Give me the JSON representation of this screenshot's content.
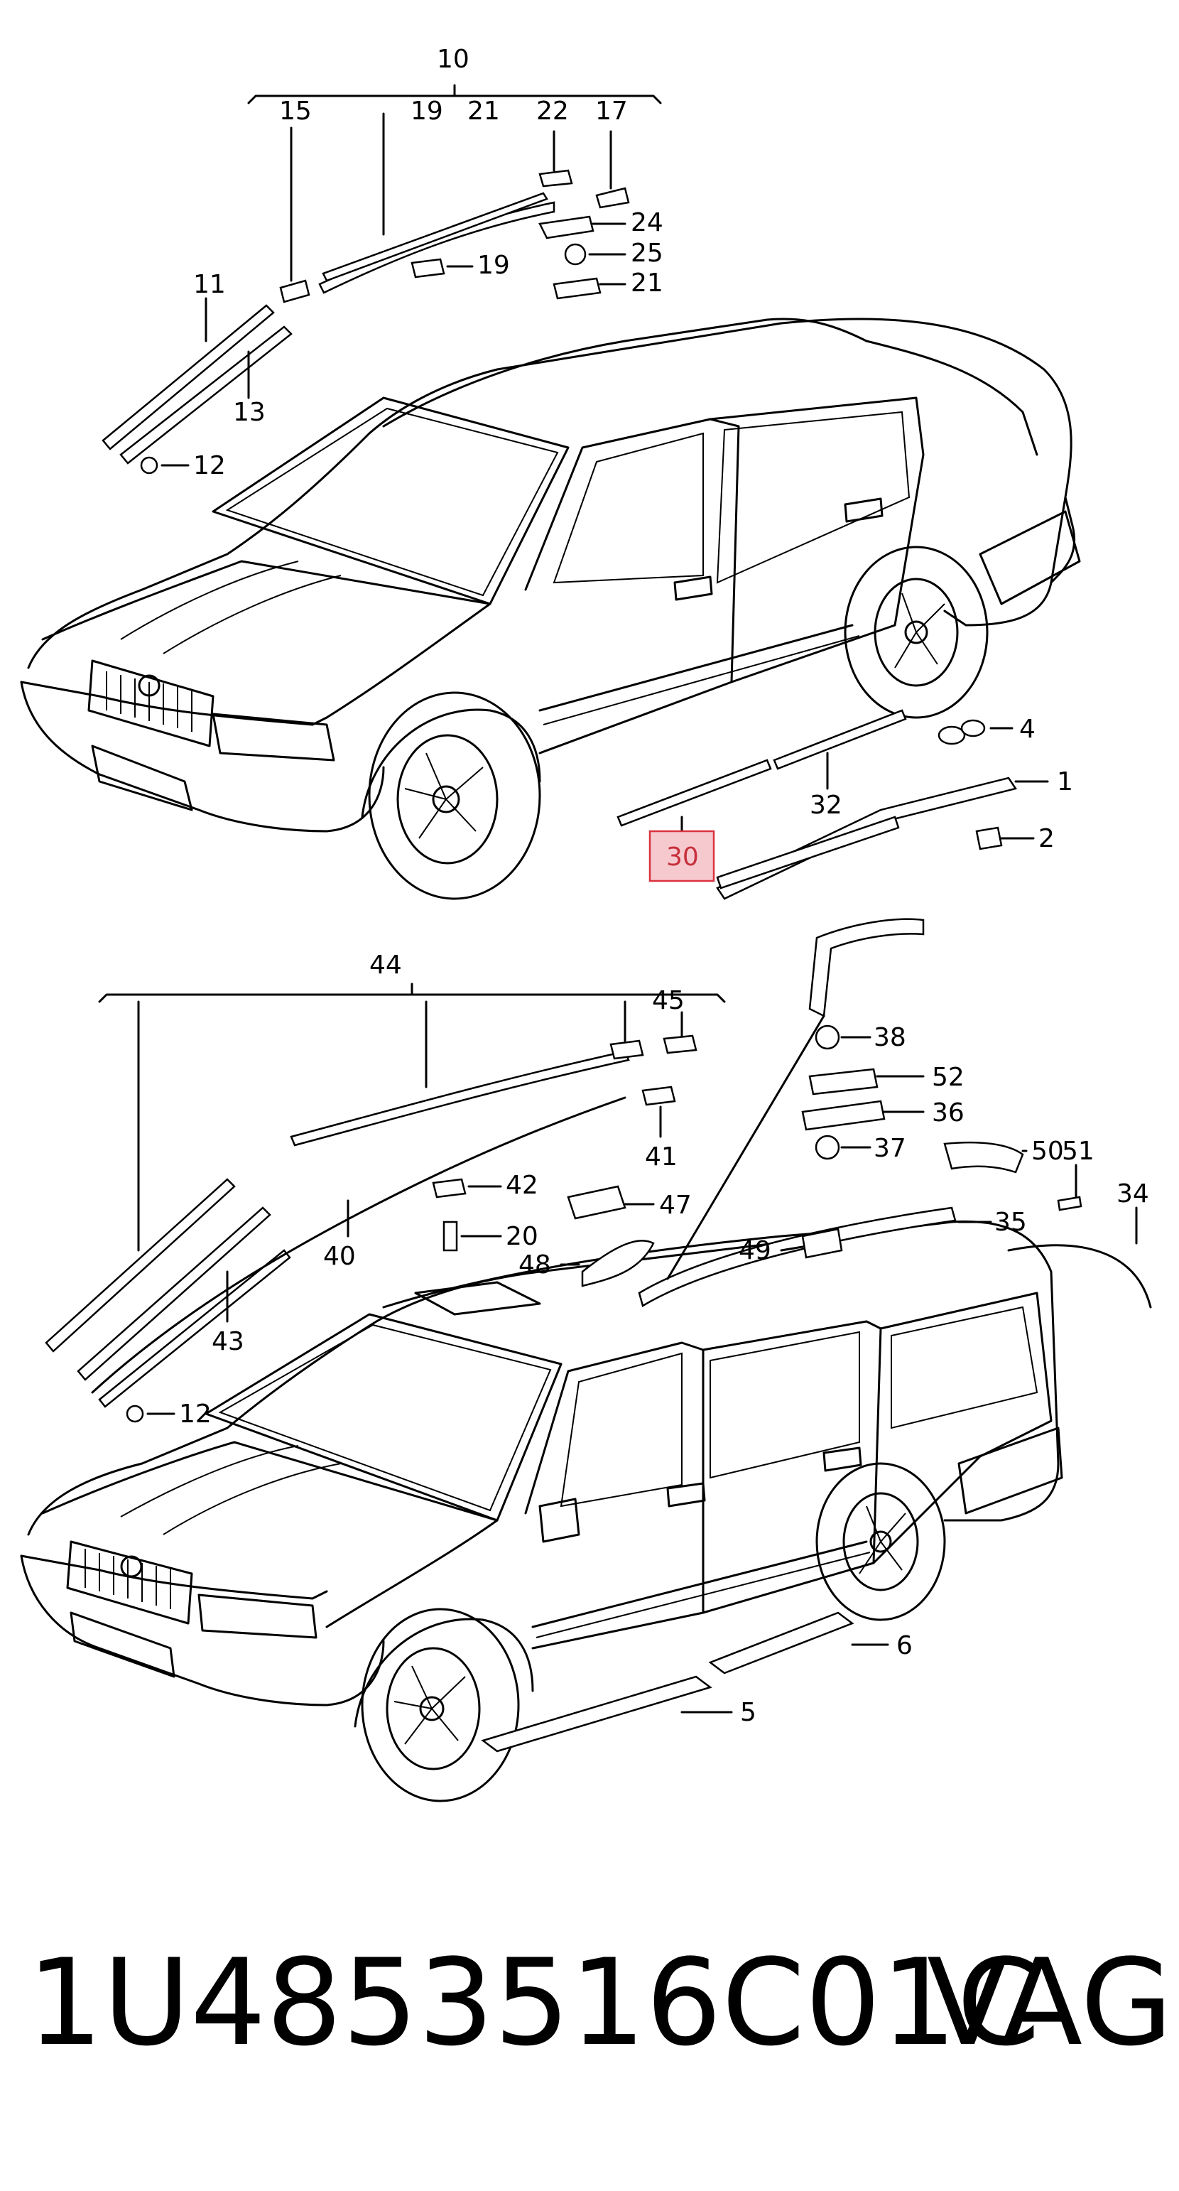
{
  "callouts": {
    "top": [
      "10",
      "15",
      "19",
      "21",
      "22",
      "17",
      "24",
      "25",
      "19",
      "21",
      "11",
      "13",
      "12",
      "4",
      "1",
      "2",
      "32",
      "30"
    ],
    "bottom": [
      "44",
      "45",
      "41",
      "42",
      "20",
      "47",
      "40",
      "43",
      "12",
      "38",
      "52",
      "36",
      "37",
      "50",
      "51",
      "35",
      "34",
      "48",
      "49",
      "6",
      "5"
    ]
  },
  "highlighted_callout": "30",
  "footer": {
    "part_number": "1U4853516C01C",
    "brand": "VAG"
  }
}
